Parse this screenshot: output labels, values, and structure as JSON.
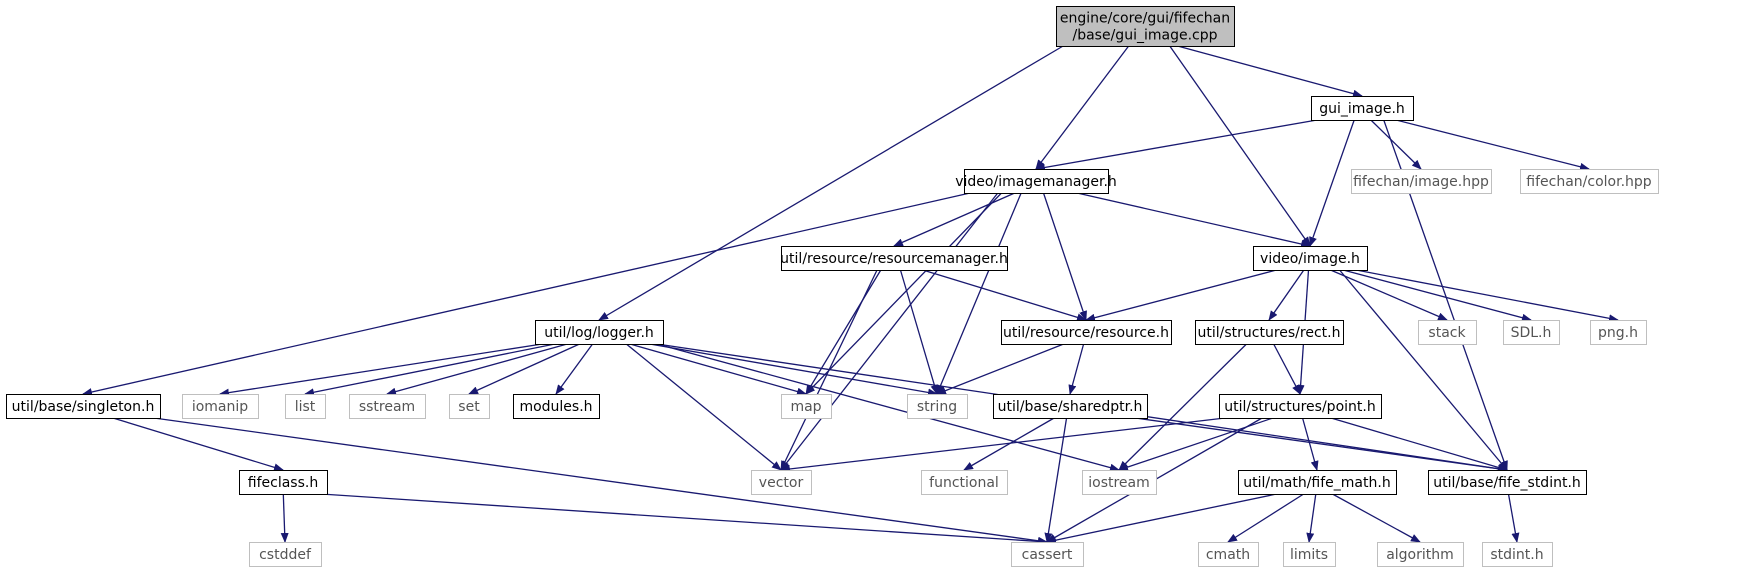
{
  "diagram": {
    "type": "include-dependency-graph",
    "colors": {
      "edge": "#191970",
      "root_fill": "#bfbfbf",
      "internal_stroke": "#000000",
      "external_stroke": "#bfbfbf",
      "internal_text": "#000000",
      "external_text": "#555555"
    },
    "nodes": {
      "root": {
        "lines": [
          "engine/core/gui/fifechan",
          "/base/gui_image.cpp"
        ],
        "kind": "root"
      },
      "gui_image_h": {
        "lines": [
          "gui_image.h"
        ],
        "kind": "internal"
      },
      "imagemanager_h": {
        "lines": [
          "video/imagemanager.h"
        ],
        "kind": "internal"
      },
      "fifechan_image": {
        "lines": [
          "fifechan/image.hpp"
        ],
        "kind": "external"
      },
      "fifechan_color": {
        "lines": [
          "fifechan/color.hpp"
        ],
        "kind": "external"
      },
      "resourcemanager_h": {
        "lines": [
          "util/resource/resourcemanager.h"
        ],
        "kind": "internal"
      },
      "video_image_h": {
        "lines": [
          "video/image.h"
        ],
        "kind": "internal"
      },
      "logger_h": {
        "lines": [
          "util/log/logger.h"
        ],
        "kind": "internal"
      },
      "resource_h": {
        "lines": [
          "util/resource/resource.h"
        ],
        "kind": "internal"
      },
      "rect_h": {
        "lines": [
          "util/structures/rect.h"
        ],
        "kind": "internal"
      },
      "stack": {
        "lines": [
          "stack"
        ],
        "kind": "external"
      },
      "sdl_h": {
        "lines": [
          "SDL.h"
        ],
        "kind": "external"
      },
      "png_h": {
        "lines": [
          "png.h"
        ],
        "kind": "external"
      },
      "singleton_h": {
        "lines": [
          "util/base/singleton.h"
        ],
        "kind": "internal"
      },
      "iomanip": {
        "lines": [
          "iomanip"
        ],
        "kind": "external"
      },
      "list": {
        "lines": [
          "list"
        ],
        "kind": "external"
      },
      "sstream": {
        "lines": [
          "sstream"
        ],
        "kind": "external"
      },
      "set": {
        "lines": [
          "set"
        ],
        "kind": "external"
      },
      "modules_h": {
        "lines": [
          "modules.h"
        ],
        "kind": "internal"
      },
      "map": {
        "lines": [
          "map"
        ],
        "kind": "external"
      },
      "string": {
        "lines": [
          "string"
        ],
        "kind": "external"
      },
      "sharedptr_h": {
        "lines": [
          "util/base/sharedptr.h"
        ],
        "kind": "internal"
      },
      "point_h": {
        "lines": [
          "util/structures/point.h"
        ],
        "kind": "internal"
      },
      "fifeclass_h": {
        "lines": [
          "fifeclass.h"
        ],
        "kind": "internal"
      },
      "vector": {
        "lines": [
          "vector"
        ],
        "kind": "external"
      },
      "functional": {
        "lines": [
          "functional"
        ],
        "kind": "external"
      },
      "iostream": {
        "lines": [
          "iostream"
        ],
        "kind": "external"
      },
      "fife_math_h": {
        "lines": [
          "util/math/fife_math.h"
        ],
        "kind": "internal"
      },
      "fife_stdint_h": {
        "lines": [
          "util/base/fife_stdint.h"
        ],
        "kind": "internal"
      },
      "cstddef": {
        "lines": [
          "cstddef"
        ],
        "kind": "external"
      },
      "cassert": {
        "lines": [
          "cassert"
        ],
        "kind": "external"
      },
      "cmath": {
        "lines": [
          "cmath"
        ],
        "kind": "external"
      },
      "limits": {
        "lines": [
          "limits"
        ],
        "kind": "external"
      },
      "algorithm": {
        "lines": [
          "algorithm"
        ],
        "kind": "external"
      },
      "stdint_h": {
        "lines": [
          "stdint.h"
        ],
        "kind": "external"
      }
    },
    "edges": [
      [
        "root",
        "gui_image_h"
      ],
      [
        "root",
        "imagemanager_h"
      ],
      [
        "root",
        "video_image_h"
      ],
      [
        "root",
        "logger_h"
      ],
      [
        "gui_image_h",
        "imagemanager_h"
      ],
      [
        "gui_image_h",
        "fifechan_image"
      ],
      [
        "gui_image_h",
        "fifechan_color"
      ],
      [
        "gui_image_h",
        "video_image_h"
      ],
      [
        "gui_image_h",
        "fife_stdint_h"
      ],
      [
        "imagemanager_h",
        "resourcemanager_h"
      ],
      [
        "imagemanager_h",
        "video_image_h"
      ],
      [
        "imagemanager_h",
        "resource_h"
      ],
      [
        "imagemanager_h",
        "singleton_h"
      ],
      [
        "imagemanager_h",
        "map"
      ],
      [
        "imagemanager_h",
        "string"
      ],
      [
        "imagemanager_h",
        "vector"
      ],
      [
        "resourcemanager_h",
        "resource_h"
      ],
      [
        "resourcemanager_h",
        "map"
      ],
      [
        "resourcemanager_h",
        "string"
      ],
      [
        "resourcemanager_h",
        "vector"
      ],
      [
        "video_image_h",
        "resource_h"
      ],
      [
        "video_image_h",
        "rect_h"
      ],
      [
        "video_image_h",
        "stack"
      ],
      [
        "video_image_h",
        "sdl_h"
      ],
      [
        "video_image_h",
        "png_h"
      ],
      [
        "video_image_h",
        "point_h"
      ],
      [
        "video_image_h",
        "fife_stdint_h"
      ],
      [
        "logger_h",
        "iomanip"
      ],
      [
        "logger_h",
        "list"
      ],
      [
        "logger_h",
        "sstream"
      ],
      [
        "logger_h",
        "set"
      ],
      [
        "logger_h",
        "modules_h"
      ],
      [
        "logger_h",
        "map"
      ],
      [
        "logger_h",
        "string"
      ],
      [
        "logger_h",
        "vector"
      ],
      [
        "logger_h",
        "iostream"
      ],
      [
        "logger_h",
        "fife_stdint_h"
      ],
      [
        "resource_h",
        "string"
      ],
      [
        "resource_h",
        "sharedptr_h"
      ],
      [
        "rect_h",
        "point_h"
      ],
      [
        "rect_h",
        "iostream"
      ],
      [
        "singleton_h",
        "fifeclass_h"
      ],
      [
        "singleton_h",
        "cassert"
      ],
      [
        "fifeclass_h",
        "cstddef"
      ],
      [
        "fifeclass_h",
        "cassert"
      ],
      [
        "sharedptr_h",
        "functional"
      ],
      [
        "sharedptr_h",
        "cassert"
      ],
      [
        "sharedptr_h",
        "fife_stdint_h"
      ],
      [
        "point_h",
        "vector"
      ],
      [
        "point_h",
        "iostream"
      ],
      [
        "point_h",
        "cassert"
      ],
      [
        "point_h",
        "fife_math_h"
      ],
      [
        "point_h",
        "fife_stdint_h"
      ],
      [
        "fife_math_h",
        "cassert"
      ],
      [
        "fife_math_h",
        "cmath"
      ],
      [
        "fife_math_h",
        "limits"
      ],
      [
        "fife_math_h",
        "algorithm"
      ],
      [
        "fife_stdint_h",
        "stdint_h"
      ]
    ]
  }
}
